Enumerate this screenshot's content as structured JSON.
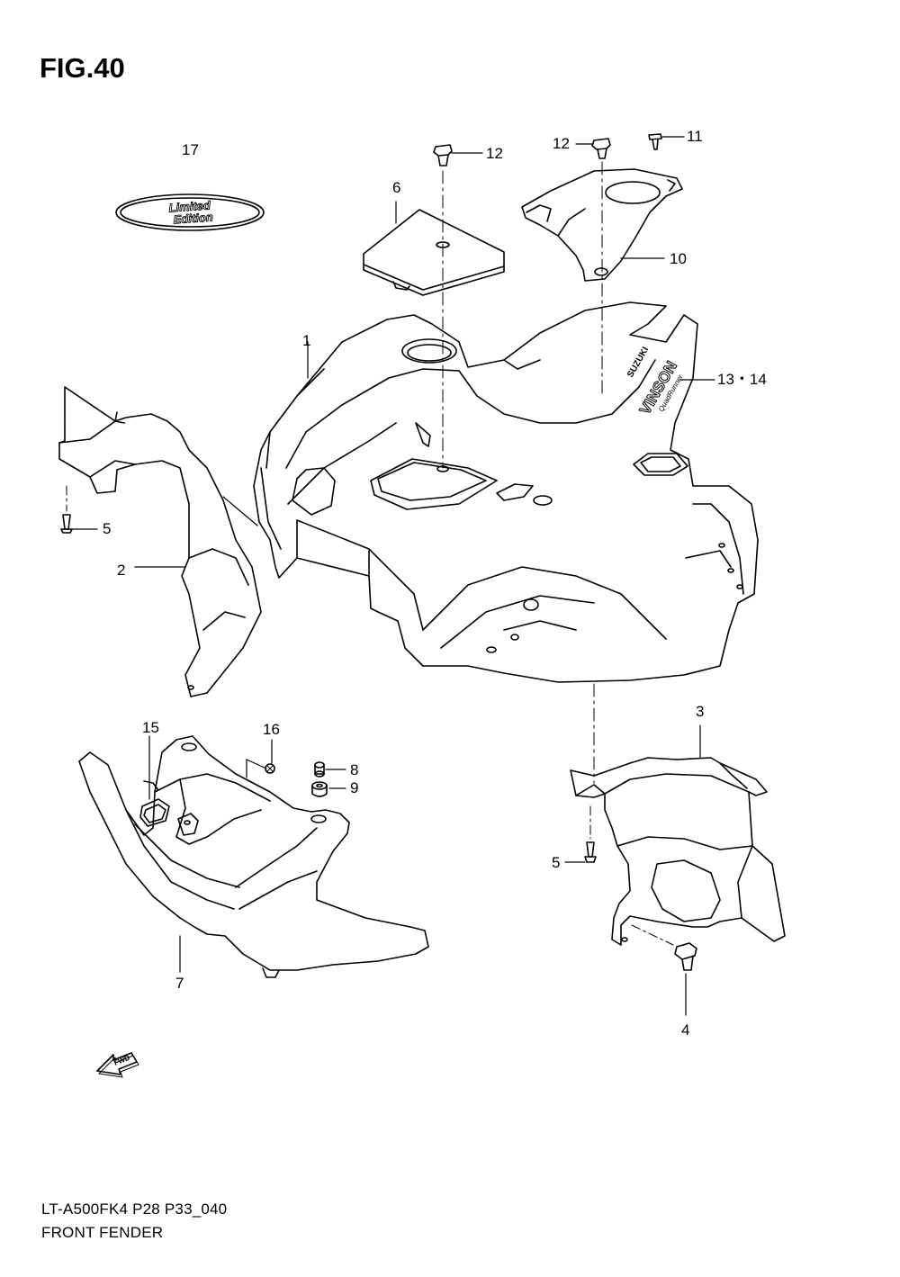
{
  "figure": {
    "title": "FIG.40"
  },
  "decal": {
    "text_line1": "Limited",
    "text_line2": "Edition"
  },
  "fender_decal": {
    "brand": "SUZUKI",
    "model": "VINSON",
    "sub": "QuadRunner"
  },
  "fwd_arrow": {
    "text": "FWD"
  },
  "callouts": {
    "c17": "17",
    "c12a": "12",
    "c12b": "12",
    "c11": "11",
    "c6": "6",
    "c10": "10",
    "c1": "1",
    "c13_14": "13・14",
    "c5a": "5",
    "c2": "2",
    "c3": "3",
    "c15": "15",
    "c16": "16",
    "c8": "8",
    "c9": "9",
    "c5b": "5",
    "c7": "7",
    "c4": "4"
  },
  "footer": {
    "model_code": "LT-A500FK4 P28 P33_040",
    "section_name": "FRONT FENDER"
  }
}
